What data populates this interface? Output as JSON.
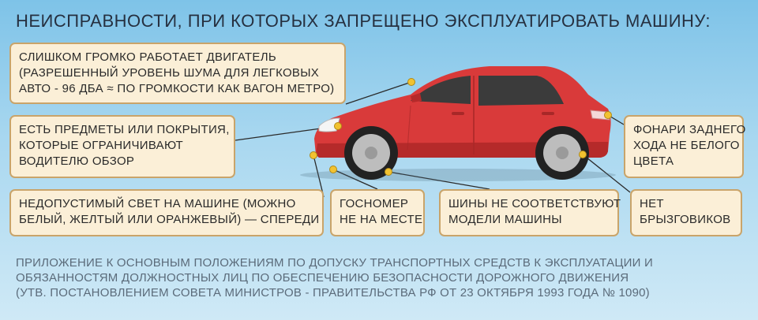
{
  "title": "НЕИСПРАВНОСТИ, ПРИ КОТОРЫХ ЗАПРЕЩЕНО ЭКСПЛУАТИРОВАТЬ МАШИНУ:",
  "callouts": {
    "engine": [
      "СЛИШКОМ ГРОМКО РАБОТАЕТ ДВИГАТЕЛЬ",
      "(РАЗРЕШЕННЫЙ УРОВЕНЬ ШУМА ДЛЯ ЛЕГКОВЫХ",
      "АВТО - 96 ДБА ≈ ПО ГРОМКОСТИ КАК ВАГОН МЕТРО)"
    ],
    "view": [
      "ЕСТЬ ПРЕДМЕТЫ ИЛИ ПОКРЫТИЯ,",
      "КОТОРЫЕ ОГРАНИЧИВАЮТ",
      "ВОДИТЕЛЮ ОБЗОР"
    ],
    "lights": [
      "НЕДОПУСТИМЫЙ СВЕТ НА МАШИНЕ (МОЖНО",
      "БЕЛЫЙ, ЖЕЛТЫЙ ИЛИ ОРАНЖЕВЫЙ) — СПЕРЕДИ"
    ],
    "plate": [
      "ГОСНОМЕР",
      "НЕ НА МЕСТЕ"
    ],
    "tires": [
      "ШИНЫ НЕ СООТВЕТСТВУЮТ",
      "МОДЕЛИ МАШИНЫ"
    ],
    "flaps": [
      "НЕТ",
      "БРЫЗГОВИКОВ"
    ],
    "rear": [
      "ФОНАРИ ЗАДНЕГО",
      "ХОДА НЕ БЕЛОГО",
      "ЦВЕТА"
    ]
  },
  "footer": [
    "ПРИЛОЖЕНИЕ К ОСНОВНЫМ ПОЛОЖЕНИЯМ ПО ДОПУСКУ ТРАНСПОРТНЫХ СРЕДСТВ К ЭКСПЛУАТАЦИИ И",
    "ОБЯЗАННОСТЯМ ДОЛЖНОСТНЫХ ЛИЦ ПО ОБЕСПЕЧЕНИЮ БЕЗОПАСНОСТИ ДОРОЖНОГО ДВИЖЕНИЯ",
    "(УТВ. ПОСТАНОВЛЕНИЕМ СОВЕТА МИНИСТРОВ - ПРАВИТЕЛЬСТВА РФ ОТ 23 ОКТЯБРЯ 1993 ГОДА № 1090)"
  ],
  "colors": {
    "car_body": "#d93a3a",
    "car_shade": "#b52a2a",
    "window": "#3b3b3b",
    "marker": "#f2c230",
    "box_fill": "#fbefd7",
    "box_border": "#c9a46a"
  }
}
